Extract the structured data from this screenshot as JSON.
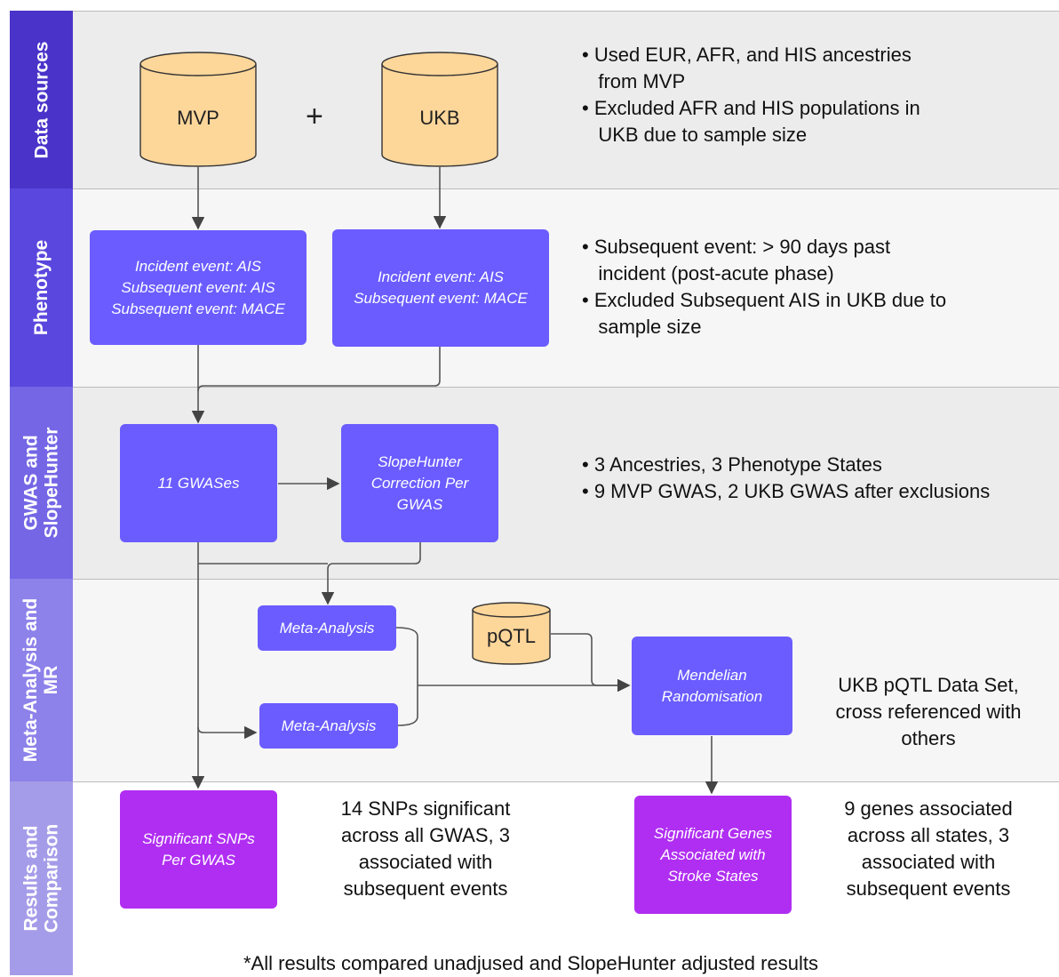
{
  "lanes": [
    {
      "label": "Data sources",
      "color": "#4a33c9"
    },
    {
      "label": "Phenotype",
      "color": "#5a47dd"
    },
    {
      "label": "GWAS and\nSlopeHunter",
      "color": "#7466e5"
    },
    {
      "label": "Meta-Analysis and\nMR",
      "color": "#8d81ea"
    },
    {
      "label": "Results and\nComparison",
      "color": "#a59ce9"
    }
  ],
  "data_sources": {
    "mvp": "MVP",
    "plus": "+",
    "ukb": "UKB",
    "note": "• Used EUR, AFR, and HIS ancestries\n   from MVP\n• Excluded AFR and HIS populations in\n   UKB due to sample size"
  },
  "phenotype": {
    "mvp_box": "Incident event: AIS\nSubsequent event: AIS\nSubsequent event: MACE",
    "ukb_box": "Incident event: AIS\nSubsequent event: MACE",
    "note": "• Subsequent event: > 90 days past\n   incident (post-acute phase)\n• Excluded Subsequent AIS in UKB due to\n   sample size"
  },
  "gwas": {
    "gwas_box": "11 GWASes",
    "slopehunter_box": "SlopeHunter\nCorrection Per\nGWAS",
    "note": "• 3 Ancestries, 3 Phenotype States\n• 9 MVP GWAS, 2 UKB GWAS after exclusions"
  },
  "meta": {
    "meta_top": "Meta-Analysis",
    "meta_bottom": "Meta-Analysis",
    "pqtl": "pQTL",
    "mr_box": "Mendelian\nRandomisation",
    "note": "UKB pQTL Data Set,\ncross referenced with\nothers"
  },
  "results": {
    "snps_box": "Significant SNPs\nPer GWAS",
    "snps_note": "14 SNPs significant\nacross all GWAS, 3\nassociated with\nsubsequent events",
    "genes_box": "Significant Genes\nAssociated with\nStroke States",
    "genes_note": "9 genes associated\nacross all states, 3\nassociated with\nsubsequent events"
  },
  "footnote": "*All results compared unadjused and SlopeHunter adjusted results",
  "colors": {
    "box_blue": "#6a5cff",
    "box_purple": "#b02ef2",
    "cylinder": "#fdd69a",
    "band_grey": "#ececec",
    "band_light": "#f6f6f6"
  }
}
